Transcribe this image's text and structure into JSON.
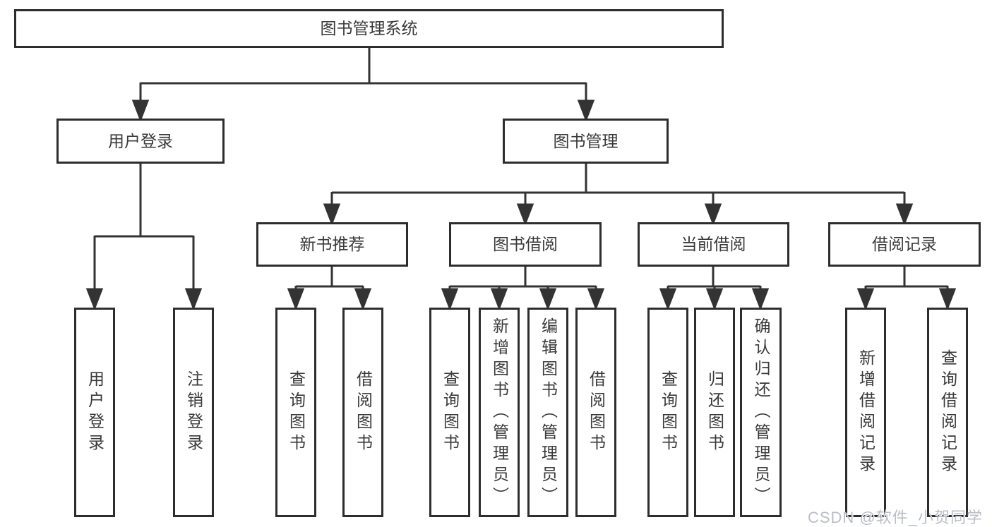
{
  "diagram": {
    "root": {
      "label": "图书管理系统",
      "children": [
        {
          "label": "用户登录",
          "children": [
            {
              "label": "用户登录"
            },
            {
              "label": "注销登录"
            }
          ]
        },
        {
          "label": "图书管理",
          "children": [
            {
              "label": "新书推荐",
              "children": [
                {
                  "label": "查询图书"
                },
                {
                  "label": "借阅图书"
                }
              ]
            },
            {
              "label": "图书借阅",
              "children": [
                {
                  "label": "查询图书"
                },
                {
                  "label": "新增图书（管理员）"
                },
                {
                  "label": "编辑图书（管理员）"
                },
                {
                  "label": "借阅图书"
                }
              ]
            },
            {
              "label": "当前借阅",
              "children": [
                {
                  "label": "查询图书"
                },
                {
                  "label": "归还图书"
                },
                {
                  "label": "确认归还（管理员）"
                }
              ]
            },
            {
              "label": "借阅记录",
              "children": [
                {
                  "label": "新增借阅记录"
                },
                {
                  "label": "查询借阅记录"
                }
              ]
            }
          ]
        }
      ]
    }
  },
  "watermark": {
    "text": "CSDN @软件_小贺同学"
  },
  "colors": {
    "line": "#333333",
    "box_border": "#2d2d2d",
    "text": "#3a3a3a",
    "watermark": "#b9bec6",
    "background": "#ffffff"
  }
}
